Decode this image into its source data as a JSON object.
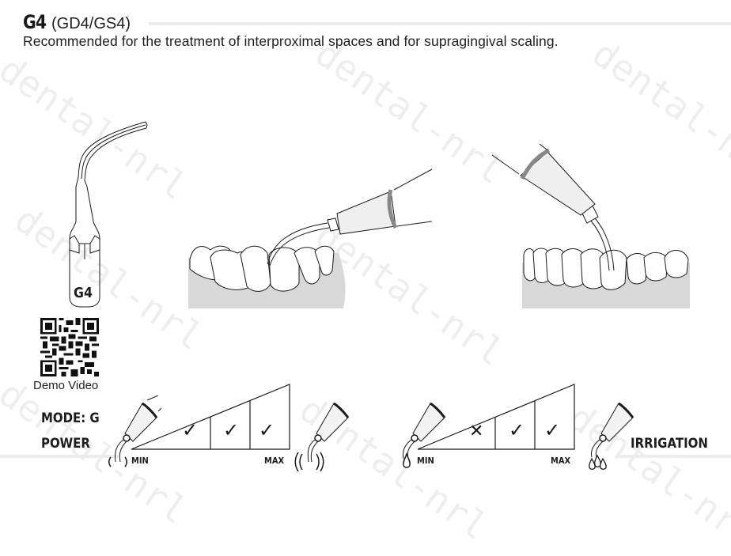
{
  "header": {
    "model": "G4",
    "variants": "(GD4/GS4)",
    "description": "Recommended for the treatment of interproximal spaces and for supragingival scaling."
  },
  "tip_illustration": {
    "label": "G4",
    "icon": "scaler-tip-icon"
  },
  "illustrations": [
    {
      "name": "interproximal-scaling",
      "icon": "handpiece-on-teeth-icon"
    },
    {
      "name": "supragingival-scaling",
      "icon": "handpiece-on-teeth-icon"
    }
  ],
  "qr": {
    "icon": "qr-code-icon",
    "caption": "Demo Video"
  },
  "settings": {
    "mode_label": "MODE: G",
    "power": {
      "label": "POWER",
      "min_label": "MIN",
      "max_label": "MAX",
      "min_icon": "low-vibration-icon",
      "max_icon": "high-vibration-icon",
      "levels": [
        {
          "level": "low",
          "allowed": true,
          "mark": "✓"
        },
        {
          "level": "medium",
          "allowed": true,
          "mark": "✓"
        },
        {
          "level": "high",
          "allowed": true,
          "mark": "✓"
        }
      ]
    },
    "irrigation": {
      "label": "IRRIGATION",
      "min_label": "MIN",
      "max_label": "MAX",
      "min_icon": "single-drop-icon",
      "max_icon": "multiple-drops-icon",
      "levels": [
        {
          "level": "low",
          "allowed": false,
          "mark": "✕"
        },
        {
          "level": "medium",
          "allowed": true,
          "mark": "✓"
        },
        {
          "level": "high",
          "allowed": true,
          "mark": "✓"
        }
      ]
    }
  },
  "watermark": "dental-nrl",
  "colors": {
    "ink": "#1a1a1a",
    "gum": "#d8d8d8",
    "rule": "#ececec",
    "band": "#8a8a8a"
  }
}
